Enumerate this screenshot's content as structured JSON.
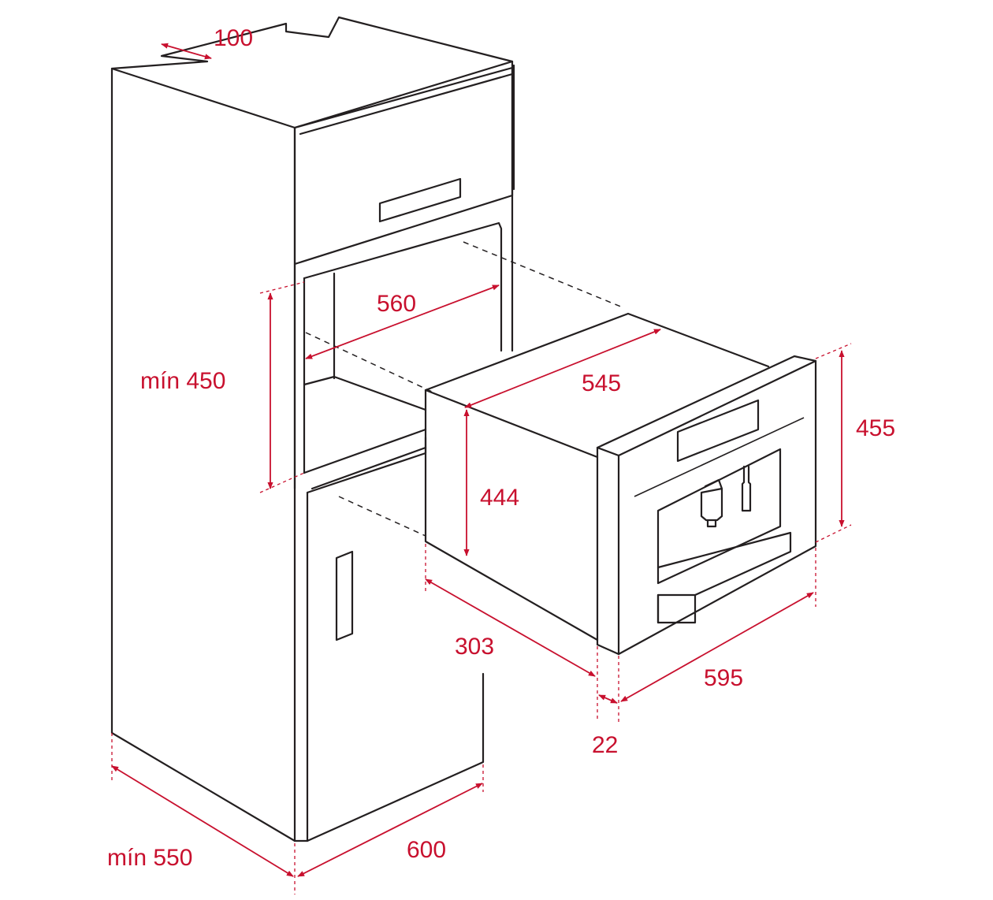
{
  "colors": {
    "outline": "#231f20",
    "dimension": "#c8102e",
    "background": "#ffffff"
  },
  "dimensions": {
    "cabinet_depth_top": "100",
    "niche_width": "560",
    "niche_height_min": "mín 450",
    "appliance_depth": "545",
    "appliance_front_height": "455",
    "appliance_body_height": "444",
    "appliance_body_depth": "303",
    "front_panel_depth": "22",
    "appliance_width": "595",
    "cabinet_width": "600",
    "cabinet_depth_min": "mín 550"
  }
}
